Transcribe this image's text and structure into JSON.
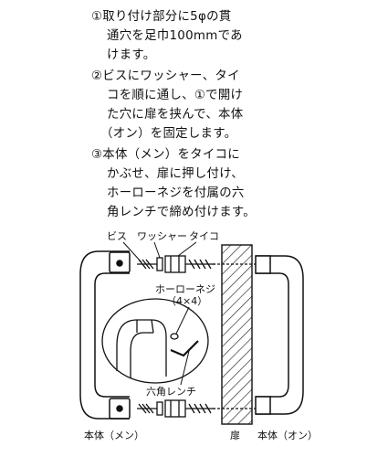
{
  "steps": [
    {
      "lines": [
        "①取り付け部分に5φの貫",
        "通穴を足巾100mmであ",
        "けます。"
      ]
    },
    {
      "lines": [
        "②ビスにワッシャー、タイ",
        "コを順に通し、①で開け",
        "た穴に扉を挟んで、本体",
        "（オン）を固定します。"
      ]
    },
    {
      "lines": [
        "③本体（メン）をタイコに",
        "かぶせ、扉に押し付け、",
        "ホーローネジを付属の六",
        "角レンチで締め付けます。"
      ]
    }
  ],
  "labels": {
    "screw": "ビス",
    "washer": "ワッシャー",
    "taiko": "タイコ",
    "hollow_screw": "ホーローネジ",
    "hollow_screw_size": "（4×4）",
    "hex_wrench": "六角レンチ",
    "body_men": "本体（メン）",
    "door": "扉",
    "body_on": "本体（オン）"
  }
}
